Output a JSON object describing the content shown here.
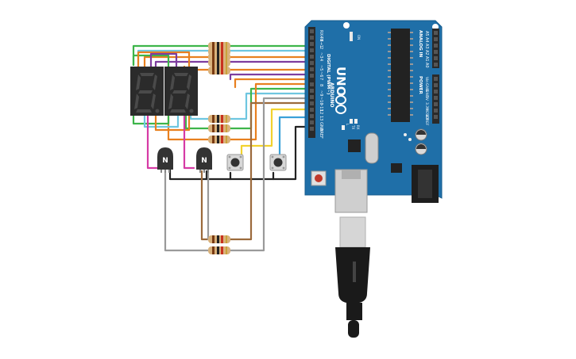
{
  "board": {
    "name": "UNO",
    "brand": "ARDUINO",
    "digital_header_label": "DIGITAL (PWM~)",
    "analog_header_label": "ANALOG IN",
    "power_header_label": "POWER",
    "on_label": "ON",
    "tx_label": "TX",
    "rx_label": "RX",
    "l_label": "L",
    "ioref_label": "IOREF",
    "reset_label": "RESET",
    "digital_pins": [
      "AREF",
      "GND",
      "13",
      "12",
      "~11",
      "~10",
      "~9",
      "8",
      "7",
      "~6",
      "~5",
      "4",
      "~3",
      "2",
      "TX→1",
      "RX←0"
    ],
    "analog_pins": [
      "A5",
      "A4",
      "A3",
      "A2",
      "A1",
      "A0"
    ],
    "power_pins": [
      "Vin",
      "GND",
      "GND",
      "5V",
      "3.3V",
      "RESET",
      "IOREF"
    ]
  },
  "components": {
    "display_left": {
      "label": "8."
    },
    "display_right": {
      "label": "8."
    },
    "transistor_left": {
      "label": "N"
    },
    "transistor_right": {
      "label": "N"
    }
  },
  "colors": {
    "board": "#1f6fa8",
    "wire_green": "#3db54a",
    "wire_cyan": "#6ec6e0",
    "wire_orange": "#e8801f",
    "wire_purple": "#7d3d9e",
    "wire_magenta": "#d63aa5",
    "wire_brown": "#9b6a3c",
    "wire_grey": "#9a9a9a",
    "wire_yellow": "#f2d22e",
    "wire_black": "#222222"
  }
}
